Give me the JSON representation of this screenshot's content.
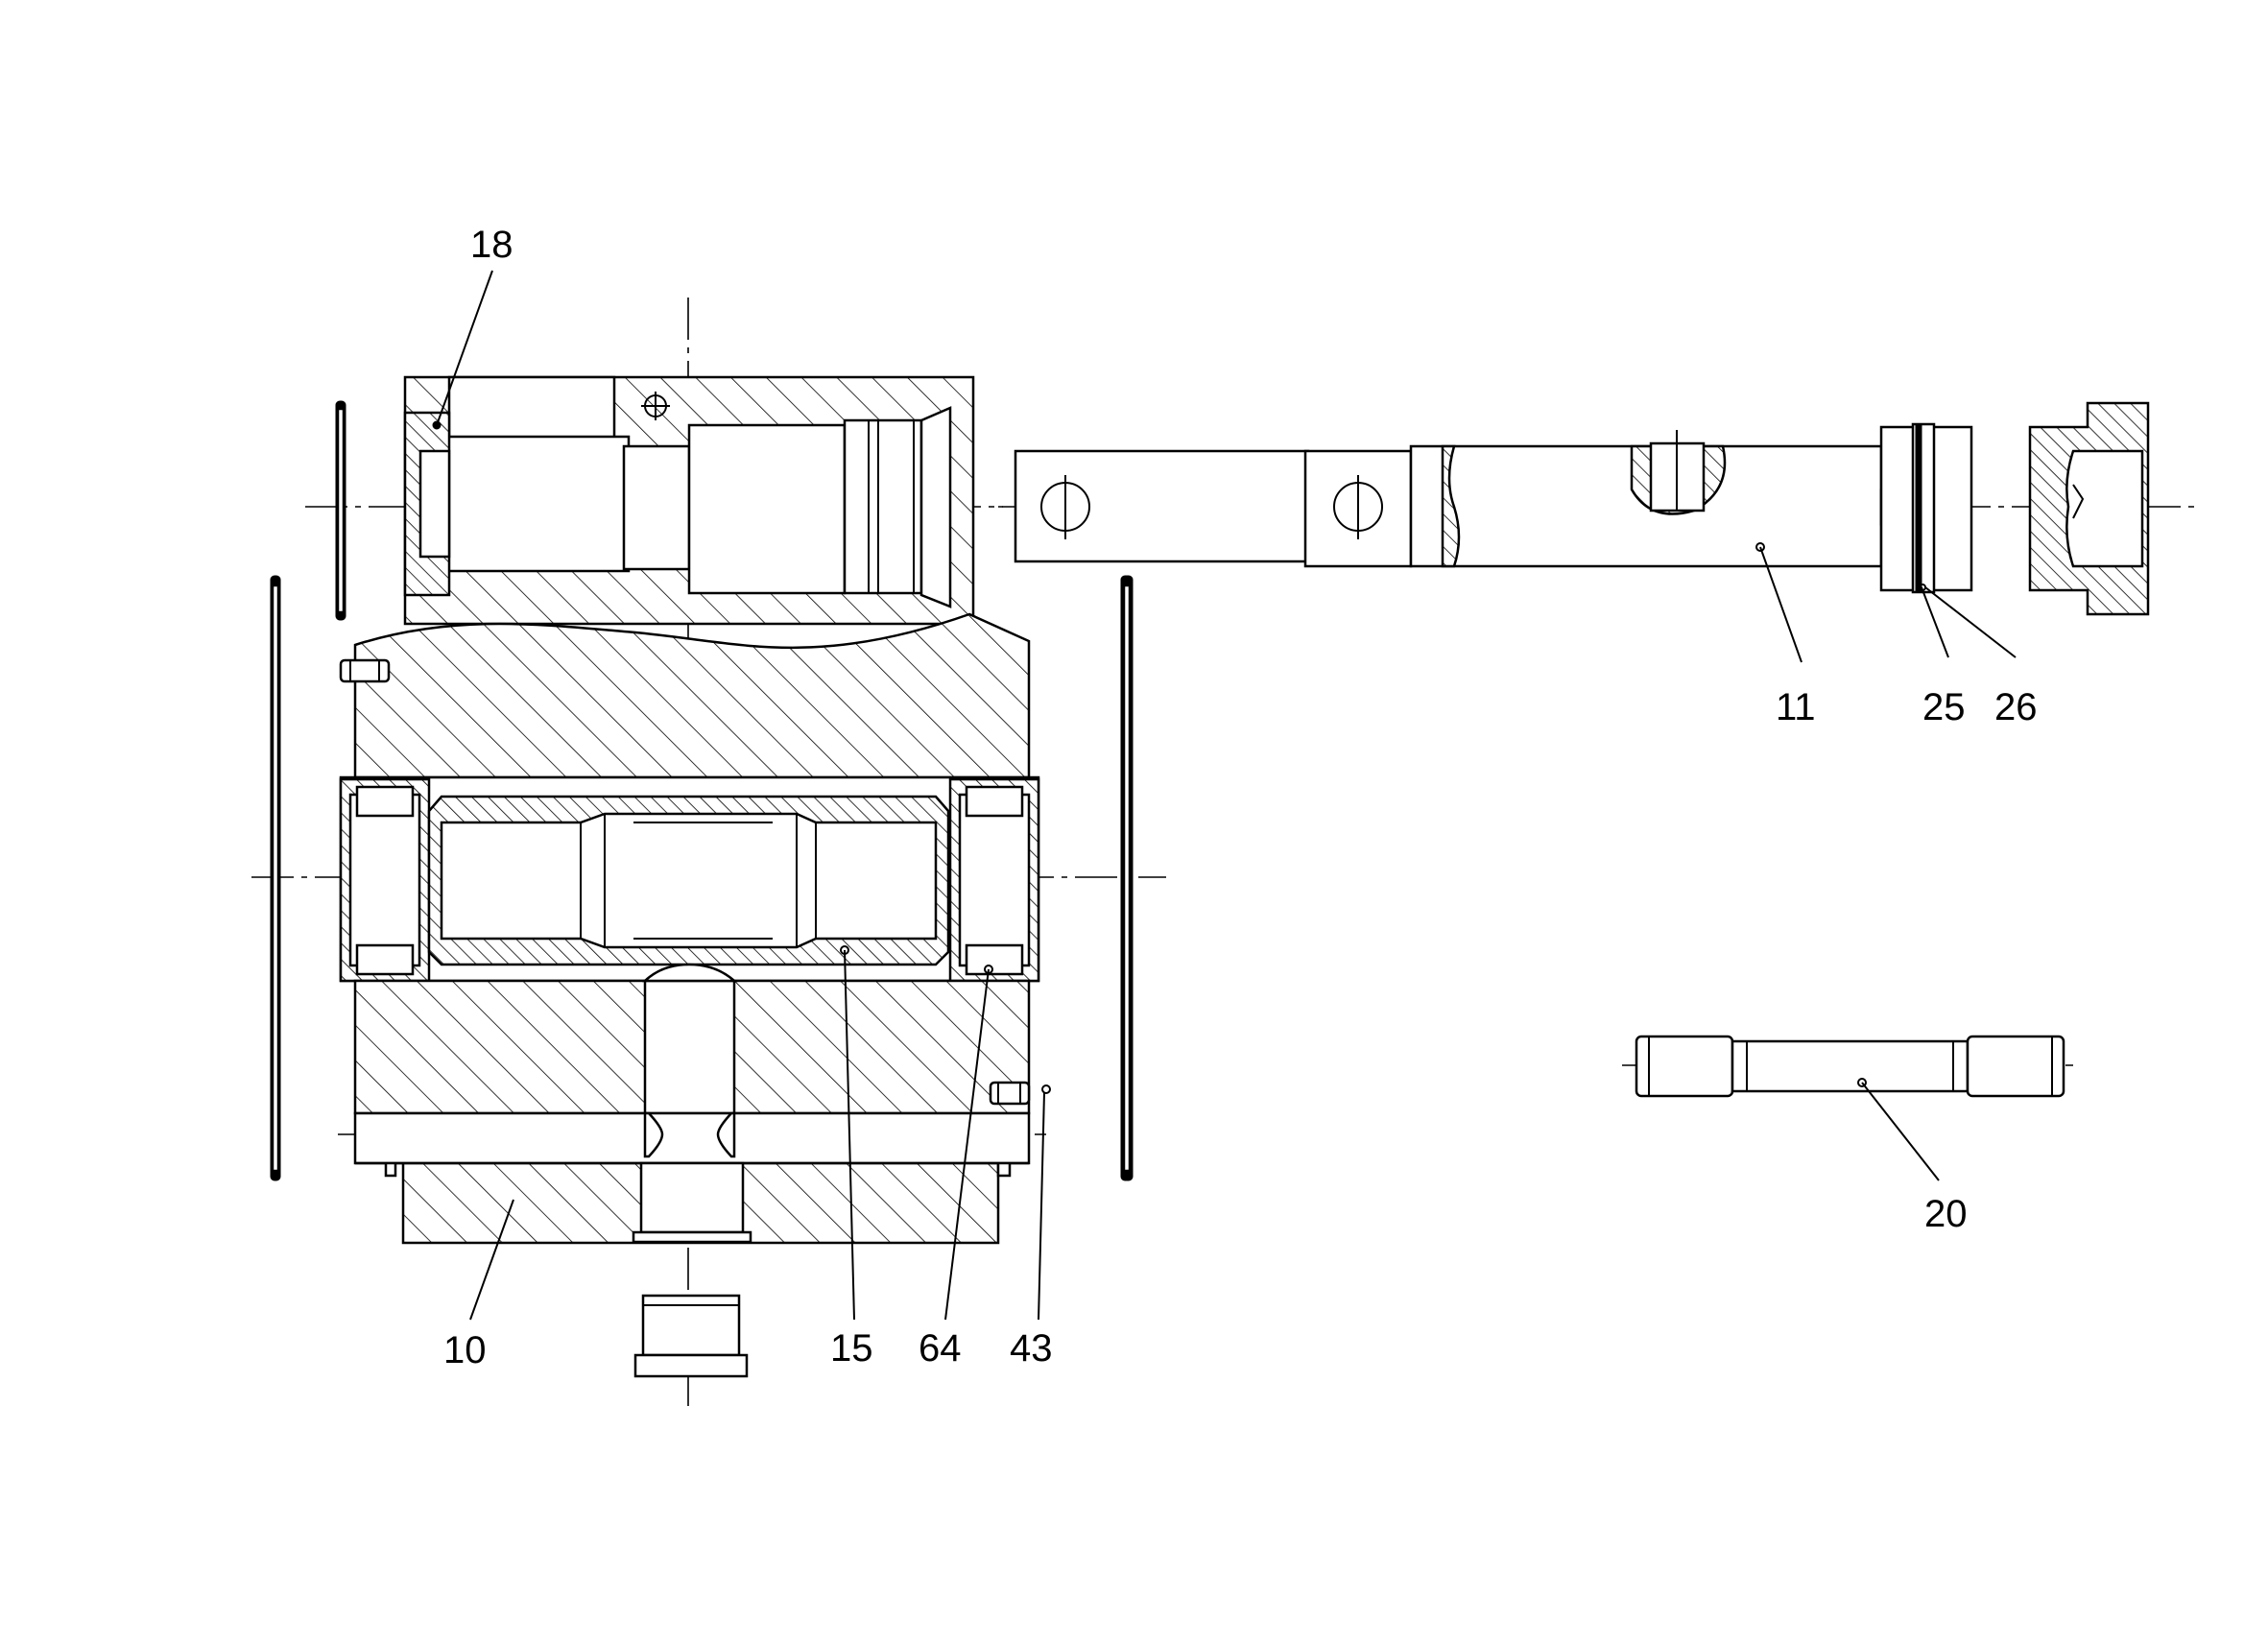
{
  "diagram": {
    "part_labels": {
      "p18": "18",
      "p11": "11",
      "p25": "25",
      "p26": "26",
      "p20": "20",
      "p10": "10",
      "p15": "15",
      "p64": "64",
      "p43": "43"
    },
    "colors": {
      "ink": "#000000",
      "paper": "#ffffff"
    }
  }
}
